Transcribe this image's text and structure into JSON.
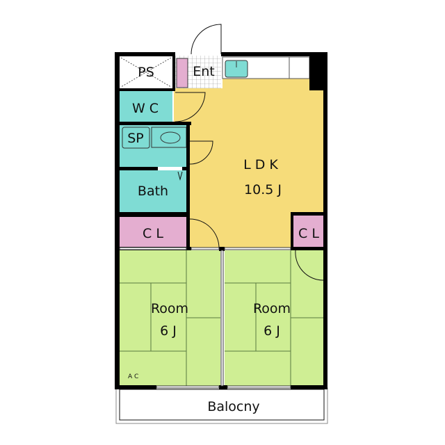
{
  "rooms": {
    "ps": "PS",
    "entrance": "Ent",
    "wc": "W C",
    "sp": "SP",
    "bath": "Bath",
    "closet_left": "C L",
    "closet_right": "C L",
    "ldk_name": "L D K",
    "ldk_size": "10.5 J",
    "room1_name": "Room",
    "room1_size": "6 J",
    "room2_name": "Room",
    "room2_size": "6 J",
    "ac": "A C",
    "balcony": "Balocny"
  },
  "colors": {
    "ldk": "#f6dc7a",
    "wet": "#7fdcd4",
    "closet": "#e4aed0",
    "tatami": "#cfee94",
    "wall": "#000000"
  }
}
